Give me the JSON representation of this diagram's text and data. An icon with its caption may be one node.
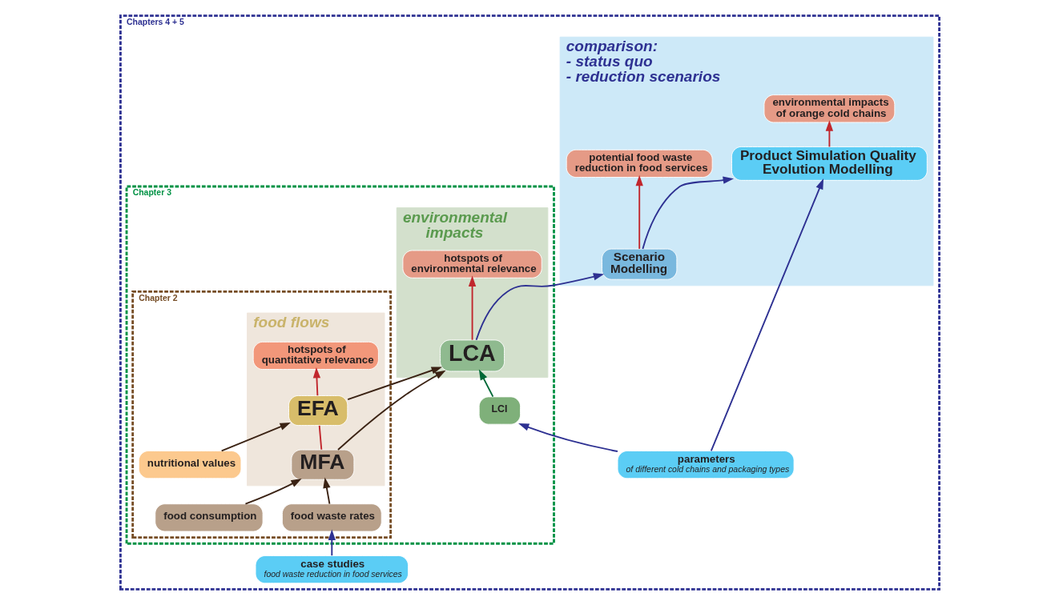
{
  "diagram": {
    "nodes": [
      {
        "text": [
          "Chapters 4 + 5"
        ]
      },
      {
        "text": [
          "Chapter 3"
        ],
        "in": 0
      },
      {
        "text": [
          "Chapter 2"
        ],
        "in": 1
      },
      {
        "text": [
          "parameters",
          "of different cold chains and packaging types"
        ],
        "in": 0
      },
      {
        "text": [
          "comparison: - status quo - reduction scenarios"
        ],
        "in": 0
      },
      {
        "text": [
          "Product Simulation Quality Evolution Modelling"
        ],
        "in": 4
      },
      {
        "text": [
          "environmental impacts of orange cold chains"
        ],
        "in": 4
      },
      {
        "text": [
          "Scenario Modelling"
        ],
        "in": 4
      },
      {
        "text": [
          "potential food waste reduction in food services"
        ],
        "in": 4
      },
      {
        "text": [
          "environmental impacts"
        ],
        "in": 1
      },
      {
        "text": [
          "LCI"
        ],
        "in": 1
      },
      {
        "text": [
          "LCA"
        ],
        "in": 9
      },
      {
        "text": [
          "hotspots of environmental relevance"
        ],
        "in": 9
      },
      {
        "text": [
          "food flows"
        ],
        "in": 2
      },
      {
        "text": [
          "MFA"
        ],
        "in": 13
      },
      {
        "text": [
          "EFA"
        ],
        "in": 13
      },
      {
        "text": [
          "hotspots of quantitative relevance"
        ],
        "in": 13
      },
      {
        "text": [
          "food waste rates"
        ],
        "in": 2
      },
      {
        "text": [
          "food consumption"
        ],
        "in": 2
      },
      {
        "text": [
          "nutritional values"
        ],
        "in": 2
      },
      {
        "text": [
          "case studies",
          "food waste reduction in food services"
        ],
        "in": 0
      }
    ],
    "edges": [
      {
        "from": 3,
        "to": 5,
        "arrow": "to",
        "color": "#2e3192"
      },
      {
        "from": 3,
        "to": 10,
        "arrow": "to",
        "color": "#2e3192"
      },
      {
        "from": 7,
        "to": 5,
        "arrow": "to",
        "color": "#2e3192"
      },
      {
        "from": 5,
        "to": 6,
        "arrow": "to",
        "color": "#c1272d"
      },
      {
        "from": 7,
        "to": 8,
        "arrow": "to",
        "color": "#c1272d"
      },
      {
        "from": 11,
        "to": 7,
        "arrow": "to",
        "color": "#2e3192"
      },
      {
        "from": 10,
        "to": 11,
        "arrow": "to",
        "color": "#006837"
      },
      {
        "from": 11,
        "to": 12,
        "arrow": "to",
        "color": "#c1272d"
      },
      {
        "from": 14,
        "to": 11,
        "arrow": "to",
        "color": "#3b2314"
      },
      {
        "from": 15,
        "to": 11,
        "arrow": "to",
        "color": "#3b2314"
      },
      {
        "from": 14,
        "to": 15,
        "arrow": "none",
        "color": "#c1272d"
      },
      {
        "from": 15,
        "to": 16,
        "arrow": "to",
        "color": "#c1272d"
      },
      {
        "from": 17,
        "to": 14,
        "arrow": "to",
        "color": "#3b2314"
      },
      {
        "from": 18,
        "to": 14,
        "arrow": "to",
        "color": "#3b2314"
      },
      {
        "from": 19,
        "to": 15,
        "arrow": "to",
        "color": "#3b2314"
      },
      {
        "from": 20,
        "to": 17,
        "arrow": "to",
        "color": "#2e3192"
      }
    ]
  }
}
